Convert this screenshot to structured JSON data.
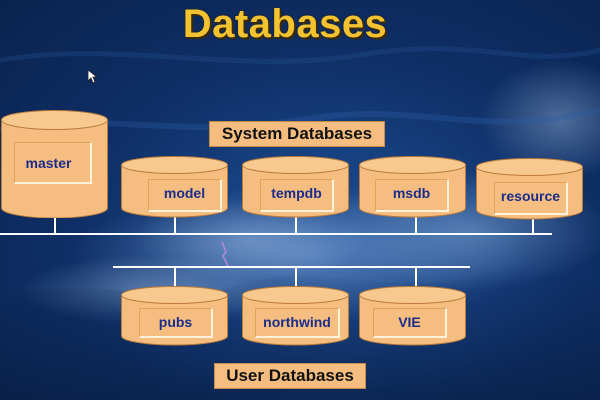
{
  "slide": {
    "title": "Databases",
    "system_label": "System Databases",
    "user_label": "User Databases"
  },
  "system_databases": [
    {
      "name": "master"
    },
    {
      "name": "model"
    },
    {
      "name": "tempdb"
    },
    {
      "name": "msdb"
    },
    {
      "name": "resource"
    }
  ],
  "user_databases": [
    {
      "name": "pubs"
    },
    {
      "name": "northwind"
    },
    {
      "name": "VIE"
    }
  ],
  "colors": {
    "background": "#12397a",
    "title": "#f2c230",
    "cylinder_fill": "#f5be80",
    "cylinder_edge": "#c98a48",
    "db_text": "#1a2c8c",
    "connector": "#ffffff"
  }
}
